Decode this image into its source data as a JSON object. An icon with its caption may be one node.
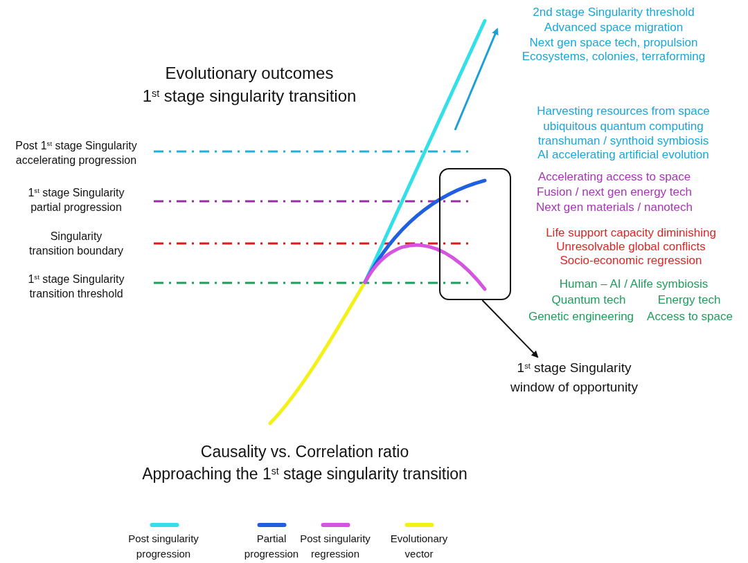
{
  "diagram": {
    "nodes": [
      {
        "text": [],
        "shape": "box"
      },
      {
        "text": [
          "1$^{st}$ stage Singularity window of opportunity"
        ]
      }
    ],
    "edges": [
      {
        "from": 0,
        "to": 1,
        "arrow": "to"
      }
    ],
    "labels": [
      "2nd stage Singularity threshold",
      "Advanced space migration",
      "Next gen space tech, propulsion",
      "Ecosystems, colonies, terraforming",
      "Evolutionary outcomes",
      "1$^{st}$ stage singularity transition",
      "Harvesting resources from space",
      "ubiquitous quantum computing",
      "transhuman / synthoid symbiosis",
      "AI accelerating artificial evolution",
      "Post 1$^{st}$ stage Singularity",
      "accelerating progression",
      "Accelerating access to space",
      "1$^{st}$ stage Singularity",
      "partial progression",
      "Fusion / next gen energy tech",
      "Next gen materials / nanotech",
      "Singularity",
      "transition boundary",
      "Life support capacity diminishing",
      "Unresolvable global conflicts",
      "Socio-economic regression",
      "1$^{st}$ stage Singularity",
      "transition threshold",
      "Human – AI / Alife symbiosis",
      "Quantum tech",
      "Energy tech",
      "Genetic engineering",
      "Access to space",
      "Causality vs. Correlation ratio",
      "Approaching the 1$^{st}$ stage singularity transition"
    ],
    "legend": [
      {
        "text": "Post singularity progression",
        "color": "#33e0e8"
      },
      {
        "text": "Partial progression",
        "color": "#1f5fe0"
      },
      {
        "text": "Post singularity regression",
        "color": "#d455e0"
      },
      {
        "text": "Evolutionary vector",
        "color": "#f2f21a"
      }
    ]
  }
}
